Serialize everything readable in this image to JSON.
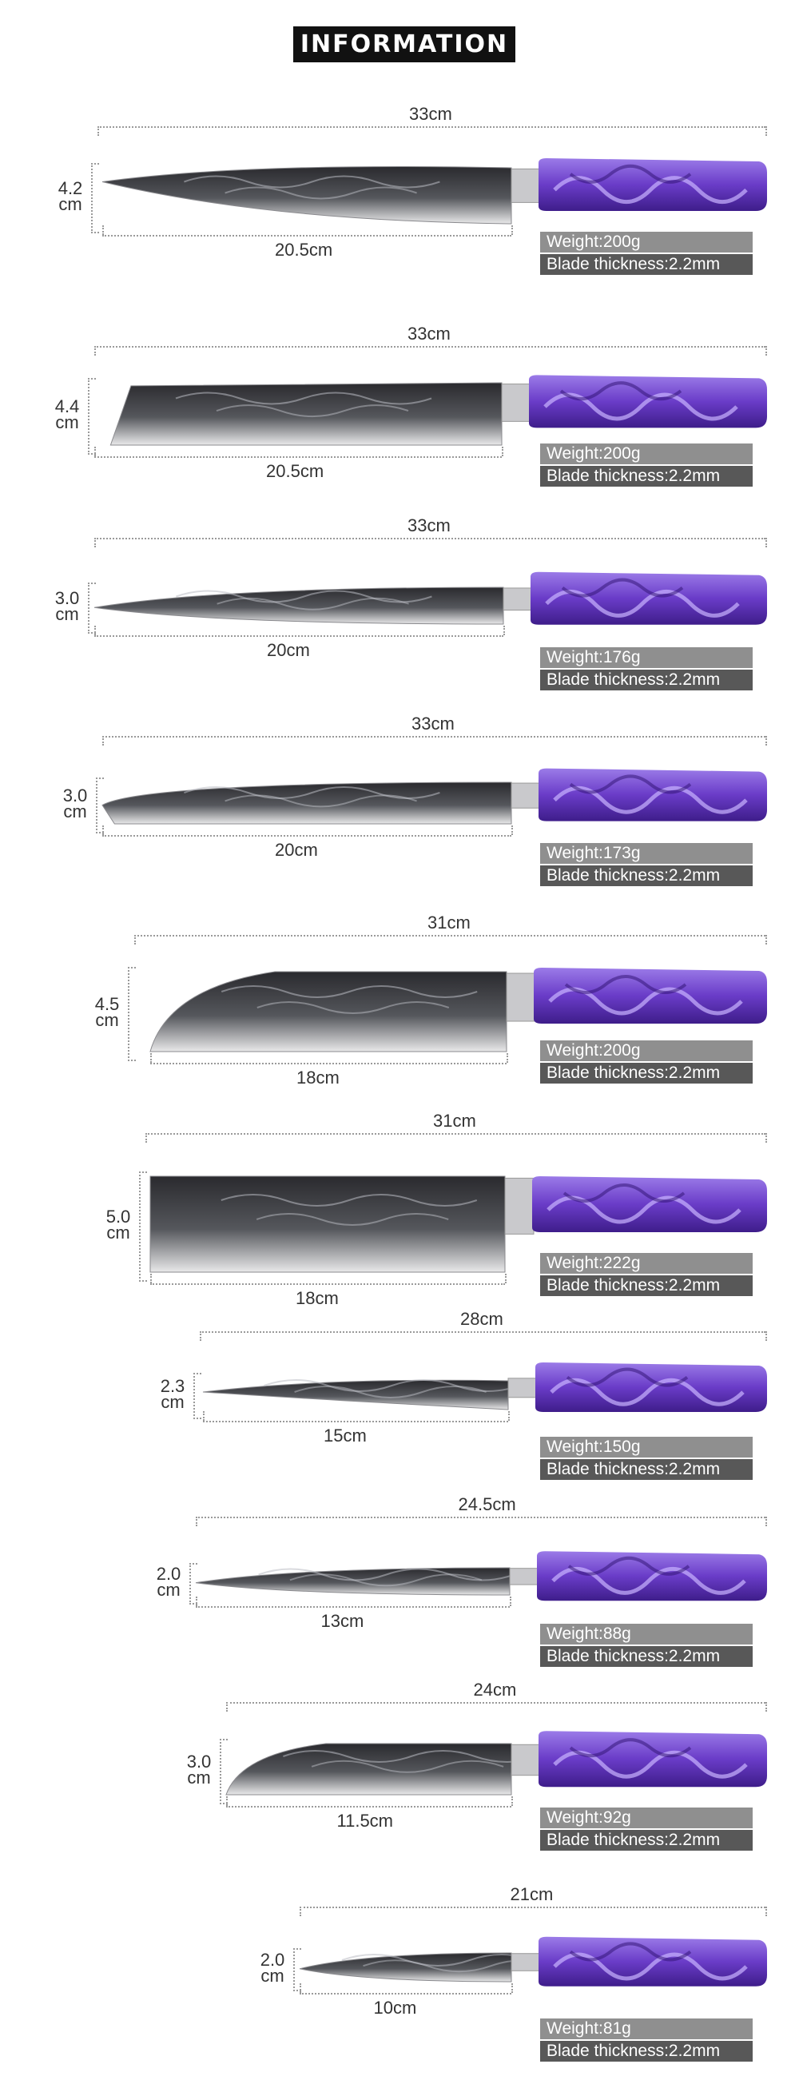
{
  "title": "INFORMATION",
  "colors": {
    "handle": "#6a3cc8",
    "handle_dark": "#3e1d8a",
    "blade_dark": "#2a2a2e",
    "blade_light": "#e9e9ea",
    "bolster": "#c9c9cc"
  },
  "knives": [
    {
      "length": "33cm",
      "width_num": "4.2",
      "width_unit": "cm",
      "blade_length": "20.5cm",
      "weight": "Weight:200g",
      "thickness": "Blade thickness:2.2mm",
      "shape": "chef-icon"
    },
    {
      "length": "33cm",
      "width_num": "4.4",
      "width_unit": "cm",
      "blade_length": "20.5cm",
      "weight": "Weight:200g",
      "thickness": "Blade thickness:2.2mm",
      "shape": "kiritsuke-icon"
    },
    {
      "length": "33cm",
      "width_num": "3.0",
      "width_unit": "cm",
      "blade_length": "20cm",
      "weight": "Weight:176g",
      "thickness": "Blade thickness:2.2mm",
      "shape": "slicer-icon"
    },
    {
      "length": "33cm",
      "width_num": "3.0",
      "width_unit": "cm",
      "blade_length": "20cm",
      "weight": "Weight:173g",
      "thickness": "Blade thickness:2.2mm",
      "shape": "bread-icon"
    },
    {
      "length": "31cm",
      "width_num": "4.5",
      "width_unit": "cm",
      "blade_length": "18cm",
      "weight": "Weight:200g",
      "thickness": "Blade thickness:2.2mm",
      "shape": "santoku-icon"
    },
    {
      "length": "31cm",
      "width_num": "5.0",
      "width_unit": "cm",
      "blade_length": "18cm",
      "weight": "Weight:222g",
      "thickness": "Blade thickness:2.2mm",
      "shape": "nakiri-icon"
    },
    {
      "length": "28cm",
      "width_num": "2.3",
      "width_unit": "cm",
      "blade_length": "15cm",
      "weight": "Weight:150g",
      "thickness": "Blade thickness:2.2mm",
      "shape": "boning-icon"
    },
    {
      "length": "24.5cm",
      "width_num": "2.0",
      "width_unit": "cm",
      "blade_length": "13cm",
      "weight": "Weight:88g",
      "thickness": "Blade thickness:2.2mm",
      "shape": "utility-icon"
    },
    {
      "length": "24cm",
      "width_num": "3.0",
      "width_unit": "cm",
      "blade_length": "11.5cm",
      "weight": "Weight:92g",
      "thickness": "Blade thickness:2.2mm",
      "shape": "small-santoku-icon"
    },
    {
      "length": "21cm",
      "width_num": "2.0",
      "width_unit": "cm",
      "blade_length": "10cm",
      "weight": "Weight:81g",
      "thickness": "Blade thickness:2.2mm",
      "shape": "paring-icon"
    }
  ]
}
